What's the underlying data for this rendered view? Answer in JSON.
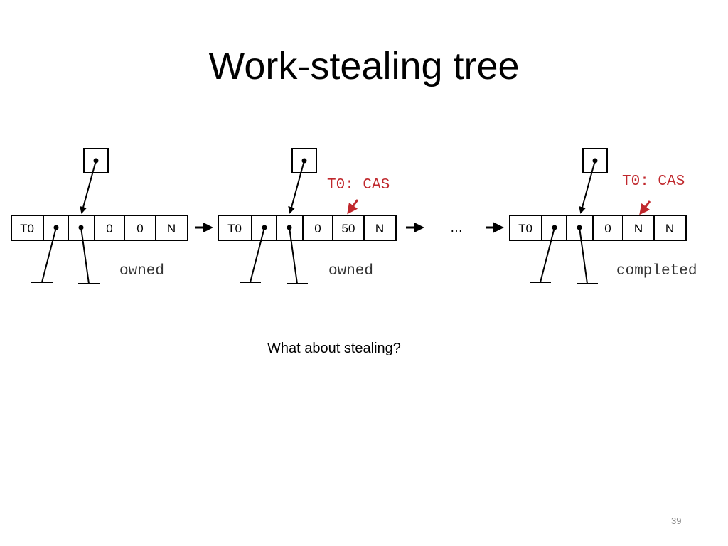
{
  "slide": {
    "title": "Work-stealing tree",
    "question": "What about stealing?",
    "page_number": "39",
    "ellipsis": "…"
  },
  "nodes": [
    {
      "cells": [
        "T0",
        "",
        "",
        "0",
        "0",
        "N"
      ],
      "status": "owned",
      "annotation": ""
    },
    {
      "cells": [
        "T0",
        "",
        "",
        "0",
        "50",
        "N"
      ],
      "status": "owned",
      "annotation": "T0: CAS"
    },
    {
      "cells": [
        "T0",
        "",
        "",
        "0",
        "N",
        "N"
      ],
      "status": "completed",
      "annotation": "T0: CAS"
    }
  ],
  "colors": {
    "annotation": "#c0282d",
    "label": "#333333",
    "line": "#000000"
  }
}
